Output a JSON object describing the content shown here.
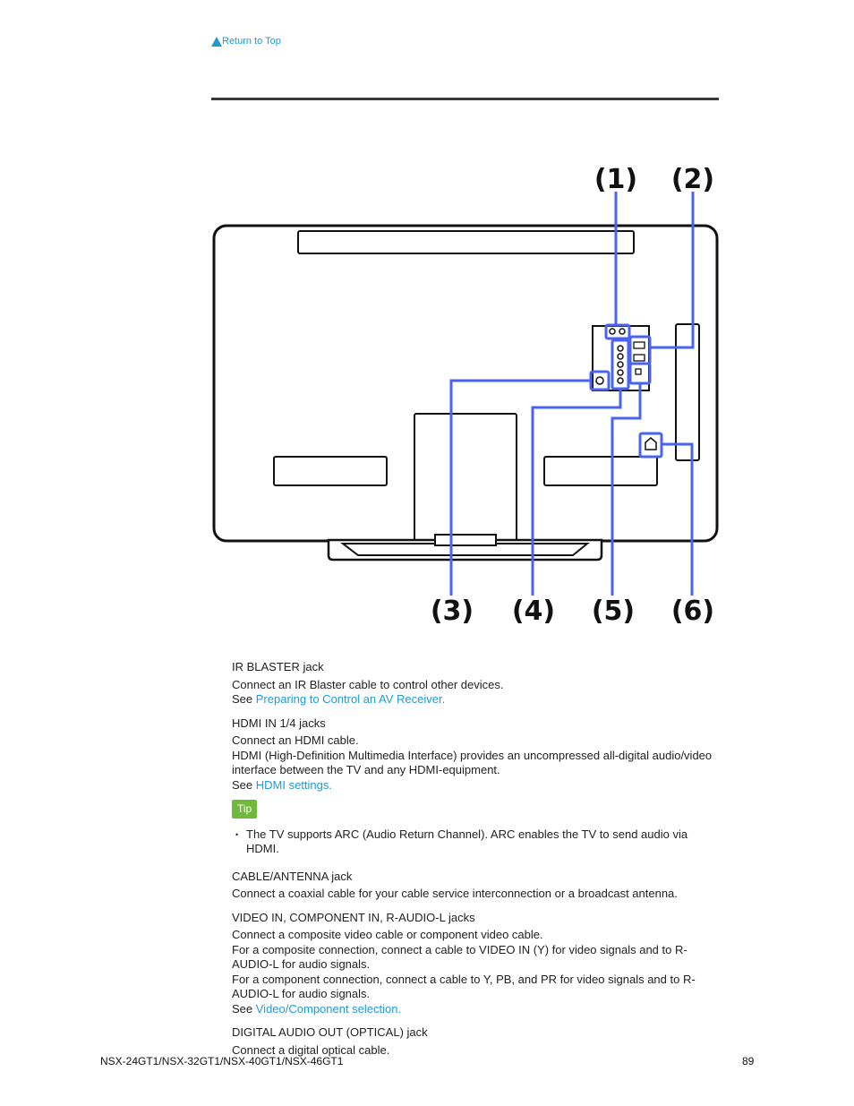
{
  "nav": {
    "return_to_top": "Return to Top"
  },
  "diagram": {
    "callouts": [
      "(1)",
      "(2)",
      "(3)",
      "(4)",
      "(5)",
      "(6)"
    ],
    "line_color": "#4a63f0"
  },
  "items": [
    {
      "term": "IR BLASTER jack",
      "lines": [
        "Connect an IR Blaster cable to control other devices."
      ],
      "see_prefix": "See ",
      "see_link": "Preparing to Control an AV Receiver."
    },
    {
      "term": "HDMI IN 1/4 jacks",
      "lines": [
        "Connect an HDMI cable.",
        "HDMI (High-Definition Multimedia Interface) provides an uncompressed all-digital audio/video interface between the TV and any HDMI-equipment."
      ],
      "see_prefix": "See ",
      "see_link": "HDMI settings."
    },
    {
      "term": "CABLE/ANTENNA jack",
      "lines": [
        "Connect a coaxial cable for your cable service interconnection or a broadcast antenna."
      ]
    },
    {
      "term": "VIDEO IN, COMPONENT IN, R-AUDIO-L jacks",
      "lines": [
        "Connect a composite video cable or component video cable.",
        "For a composite connection, connect a cable to VIDEO IN (Y) for video signals and to R-AUDIO-L for audio signals.",
        "For a component connection, connect a cable to Y, PB, and PR for video signals and to R-AUDIO-L for audio signals."
      ],
      "see_prefix": "See ",
      "see_link": "Video/Component selection."
    },
    {
      "term": "DIGITAL AUDIO OUT (OPTICAL) jack",
      "lines": [
        "Connect a digital optical cable."
      ]
    }
  ],
  "tip": {
    "label": "Tip",
    "text": "The TV supports ARC (Audio Return Channel). ARC enables the TV to send audio via HDMI."
  },
  "footer": {
    "models": "NSX-24GT1/NSX-32GT1/NSX-40GT1/NSX-46GT1",
    "page_number": "89"
  }
}
